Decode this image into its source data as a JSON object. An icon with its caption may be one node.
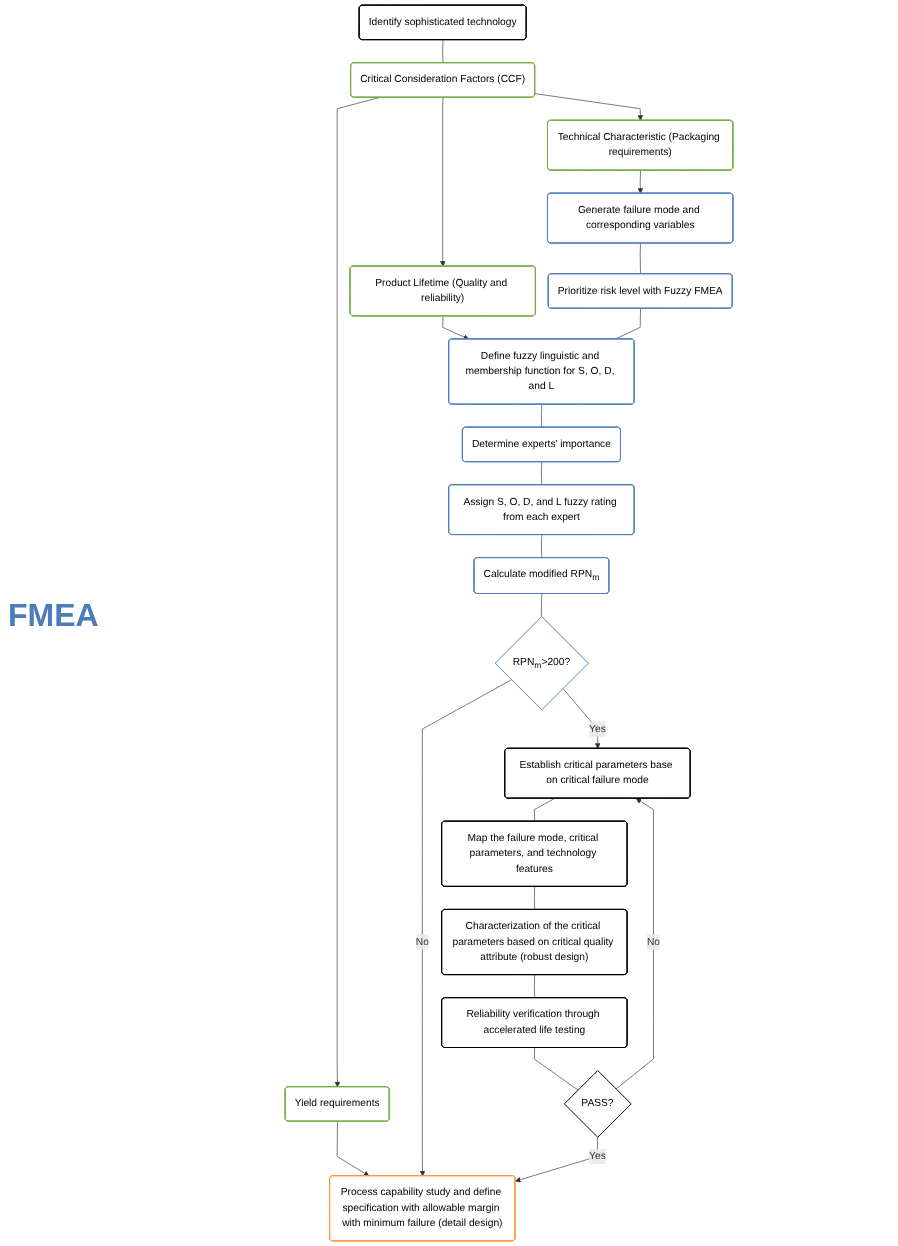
{
  "diagram": {
    "nodes": [
      {
        "text": [
          "Identify sophisticated technology"
        ]
      },
      {
        "text": [
          "Critical Consideration Factors (CCF)"
        ]
      },
      {
        "text": [
          "Product Lifetime (Quality and reliability)"
        ]
      },
      {
        "text": [
          "Technical Characteristic (Packaging requirements)"
        ]
      },
      {
        "text": [
          "Yield requirements"
        ]
      },
      {
        "text": [
          "Generate failure mode and corresponding variables"
        ]
      },
      {
        "text": [
          "Prioritize risk level with Fuzzy FMEA"
        ]
      },
      {
        "text": [
          "Define fuzzy linguistic and membership function for S, O, D, and L"
        ]
      },
      {
        "text": [
          "Determine experts’ importance"
        ]
      },
      {
        "text": [
          "Assign S, O, D, and L fuzzy rating from each expert"
        ]
      },
      {
        "text": [
          "Calculate modified RPN$_{m}$"
        ]
      },
      {
        "text": [
          "RPN$_{m}$>200?"
        ]
      },
      {
        "text": [
          "Establish critical parameters base on critical failure mode"
        ]
      },
      {
        "text": [
          "Map the failure mode, critical parameters, and technology features"
        ]
      },
      {
        "text": [
          "Characterization of the critical parameters based on critical quality attribute (robust design)"
        ]
      },
      {
        "text": [
          "Reliability verification through accelerated life testing"
        ]
      },
      {
        "text": [
          "PASS?"
        ]
      },
      {
        "text": [
          "Process capability study and define specification with allowable margin with minimum failure (detail design)"
        ]
      }
    ],
    "edges": [
      {
        "from": 0,
        "to": 1,
        "arrow": "none"
      },
      {
        "from": 1,
        "to": 2,
        "arrow": "to"
      },
      {
        "from": 1,
        "to": 3,
        "arrow": "to"
      },
      {
        "from": 1,
        "to": 4,
        "arrow": "to"
      },
      {
        "from": 3,
        "to": 5,
        "arrow": "to"
      },
      {
        "from": 2,
        "to": 7,
        "arrow": "to"
      },
      {
        "from": 4,
        "to": 17,
        "arrow": "to"
      },
      {
        "from": 5,
        "to": 6,
        "arrow": "none"
      },
      {
        "from": 6,
        "to": 7,
        "arrow": "none"
      },
      {
        "from": 7,
        "to": 8,
        "arrow": "none"
      },
      {
        "from": 8,
        "to": 9,
        "arrow": "none"
      },
      {
        "from": 9,
        "to": 10,
        "arrow": "none"
      },
      {
        "from": 10,
        "to": 11,
        "arrow": "none"
      },
      {
        "from": 11,
        "to": 12,
        "arrow": "to",
        "label": "Yes"
      },
      {
        "from": 11,
        "to": 17,
        "arrow": "to",
        "label": "No"
      },
      {
        "from": 12,
        "to": 13,
        "arrow": "none"
      },
      {
        "from": 13,
        "to": 14,
        "arrow": "none"
      },
      {
        "from": 14,
        "to": 15,
        "arrow": "none"
      },
      {
        "from": 15,
        "to": 16,
        "arrow": "none"
      },
      {
        "from": 16,
        "to": 12,
        "arrow": "to",
        "label": "No"
      },
      {
        "from": 16,
        "to": 17,
        "arrow": "to",
        "label": "Yes"
      }
    ],
    "labels": [
      "FMEA"
    ]
  }
}
